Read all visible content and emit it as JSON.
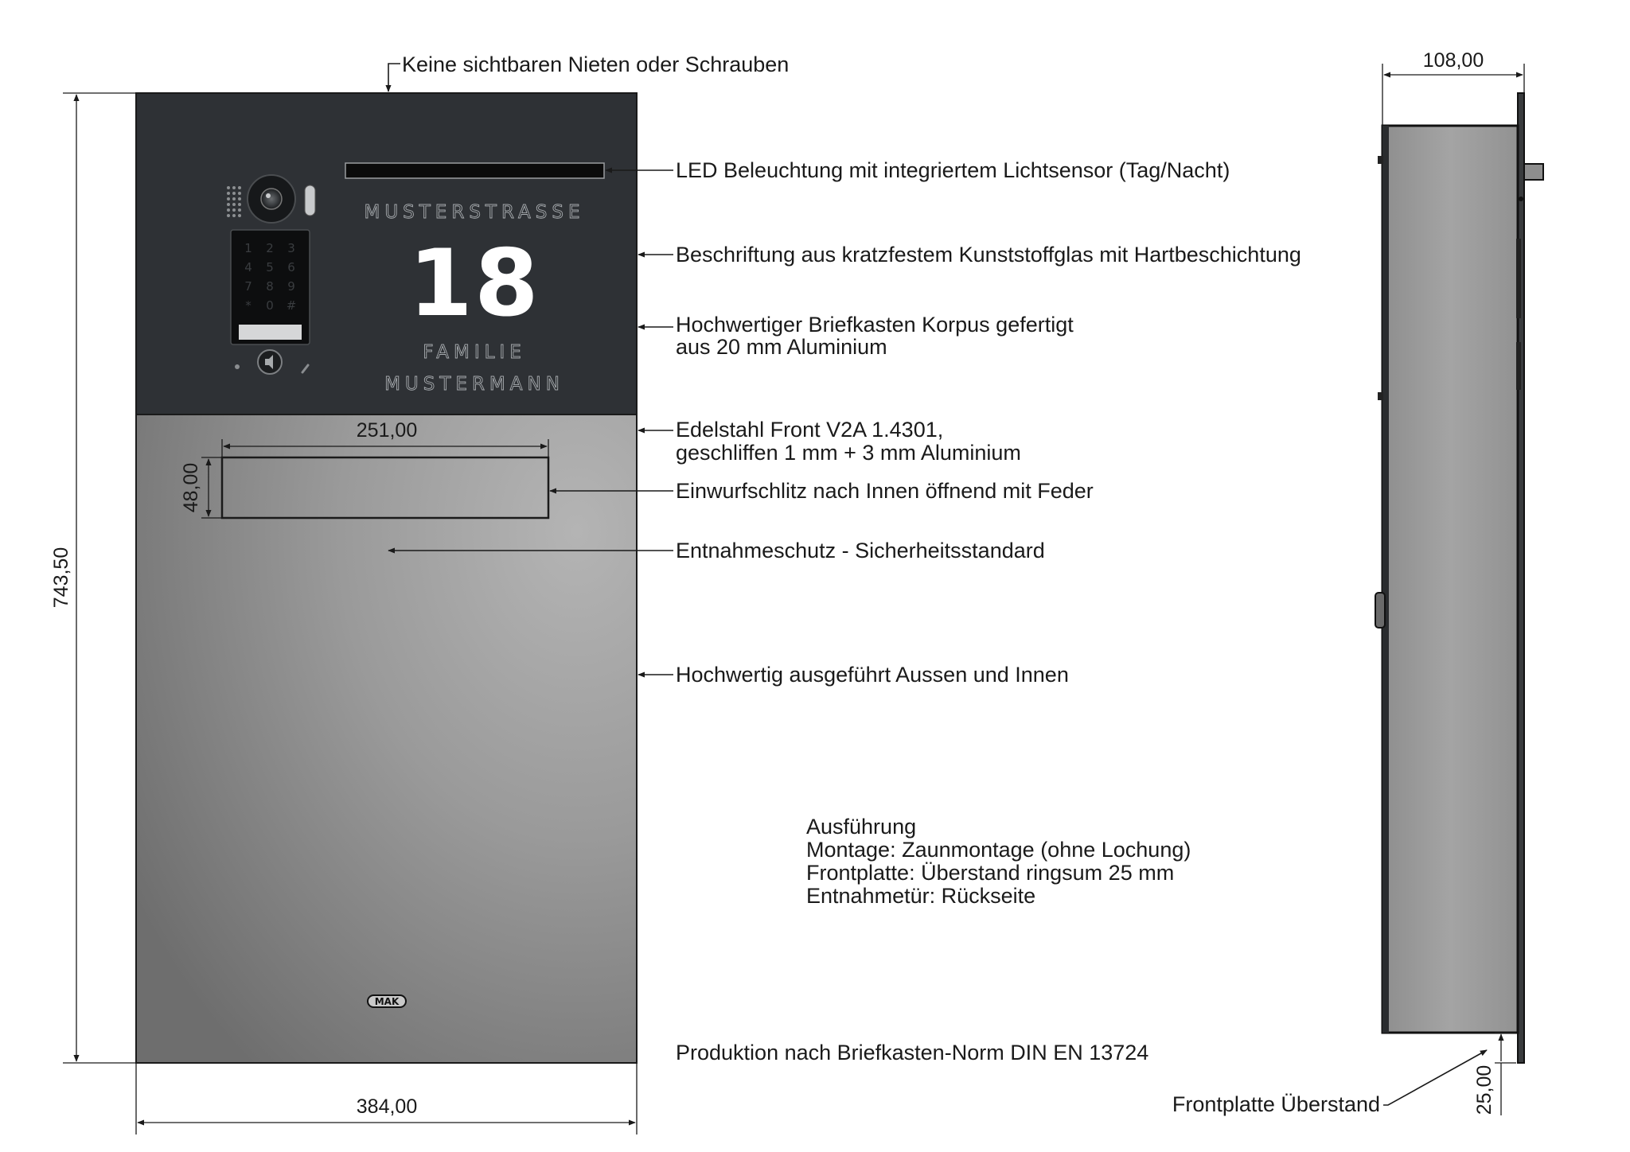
{
  "front_panel": {
    "street": "MUSTERSTRASSE",
    "house_number": "18",
    "name_line1": "FAMILIE",
    "name_line2": "MUSTERMANN",
    "keypad": [
      "1",
      "2",
      "3",
      "4",
      "5",
      "6",
      "7",
      "8",
      "9",
      "*",
      "0",
      "#"
    ],
    "logo": "MAK"
  },
  "dimensions": {
    "height": "743,50",
    "width": "384,00",
    "slot_width": "251,00",
    "slot_height": "48,00",
    "depth": "108,00",
    "overhang": "25,00"
  },
  "annotations": {
    "no_rivets": "Keine sichtbaren Nieten oder Schrauben",
    "led": "LED Beleuchtung mit integriertem Lichtsensor (Tag/Nacht)",
    "lettering": "Beschriftung aus kratzfestem Kunststoffglas mit Hartbeschichtung",
    "body_line1": "Hochwertiger Briefkasten Korpus gefertigt",
    "body_line2": "aus 20 mm Aluminium",
    "front_line1": "Edelstahl Front V2A 1.4301,",
    "front_line2": "geschliffen 1 mm + 3 mm Aluminium",
    "slot": "Einwurfschlitz nach Innen öffnend mit Feder",
    "removal": "Entnahmeschutz - Sicherheitsstandard",
    "quality": "Hochwertig ausgeführt Aussen und Innen",
    "norm": "Produktion nach Briefkasten-Norm DIN EN 13724",
    "overhang_label": "Frontplatte Überstand"
  },
  "spec_block": {
    "heading": "Ausführung",
    "mounting": "Montage: Zaunmontage (ohne Lochung)",
    "front_plate": "Frontplatte: Überstand ringsum 25 mm",
    "removal_door": "Entnahmetür: Rückseite"
  },
  "colors": {
    "panel_dark": "#2e3135",
    "steel_light": "#a9a9a9",
    "steel_dark": "#707070",
    "side_body": "#9c9c9c"
  }
}
